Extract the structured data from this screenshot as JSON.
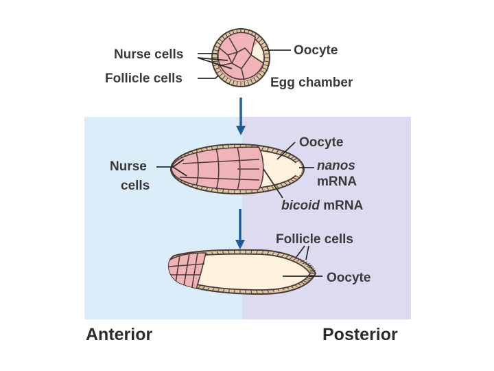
{
  "colors": {
    "anterior_bg": "#dcedfa",
    "posterior_bg": "#dcdbef",
    "nurse_cell_fill": "#f0b3b8",
    "oocyte_fill": "#fdf2de",
    "follicle_fill": "#dcc9a8",
    "arrow": "#1f5a99",
    "outline": "#4a3a33"
  },
  "stage1": {
    "nurse_cells_label": "Nurse cells",
    "follicle_cells_label": "Follicle cells",
    "oocyte_label": "Oocyte",
    "egg_chamber_label": "Egg chamber"
  },
  "stage2": {
    "nurse_cells_line1": "Nurse",
    "nurse_cells_line2": "cells",
    "oocyte_label": "Oocyte",
    "nanos_italic": "nanos",
    "nanos_suffix": "mRNA",
    "bicoid_italic": "bicoid",
    "bicoid_suffix": " mRNA"
  },
  "stage3": {
    "follicle_cells_label": "Follicle cells",
    "oocyte_label": "Oocyte"
  },
  "axis": {
    "anterior": "Anterior",
    "posterior": "Posterior"
  }
}
